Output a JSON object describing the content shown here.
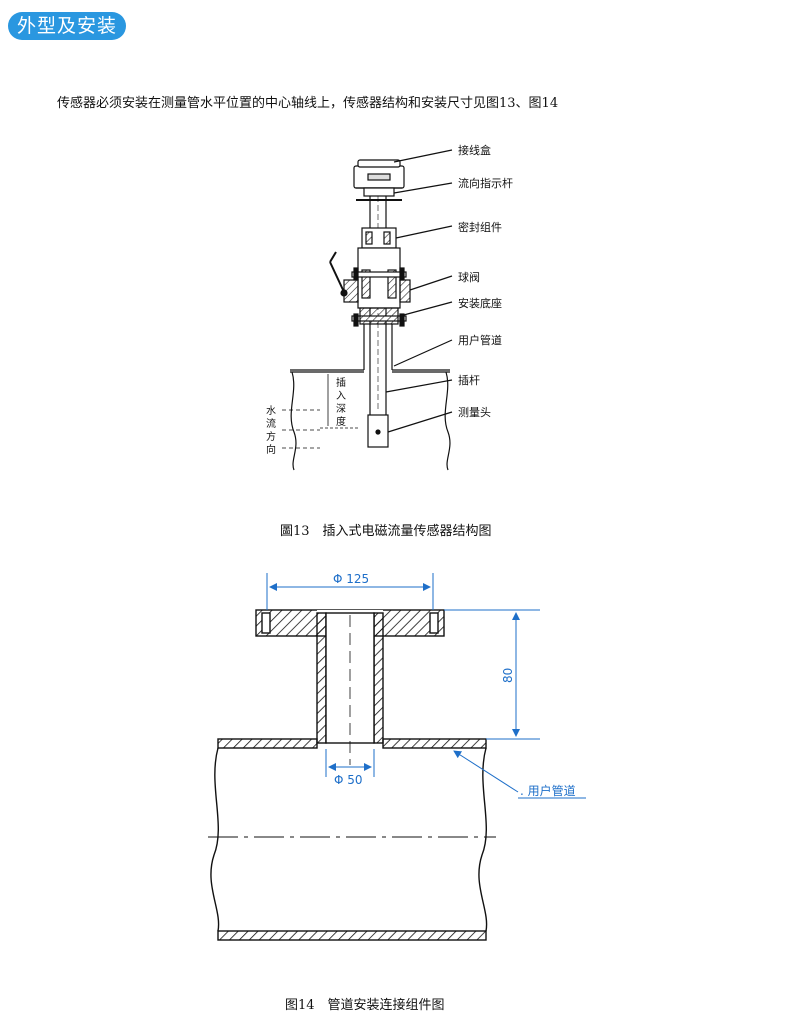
{
  "section": {
    "title": "外型及安装"
  },
  "intro": {
    "text": "传感器必须安装在测量管水平位置的中心轴线上，传感器结构和安装尺寸见图13、图14"
  },
  "figure13": {
    "caption": "圖13　插入式电磁流量传感器结构图",
    "labels": [
      "接线盒",
      "流向指示杆",
      "密封组件",
      "球阀",
      "安装底座",
      "用户管道",
      "插杆",
      "测量头"
    ],
    "insert_depth": [
      "插",
      "入",
      "深",
      "度"
    ],
    "flow_direction": [
      "水",
      "流",
      "方",
      "向"
    ]
  },
  "figure14": {
    "caption": "图14　管道安装连接组件图",
    "dim_flange": "Φ 125",
    "dim_pipe": "Φ 50",
    "dim_height": "80",
    "label_pipe": ". 用户管道"
  }
}
